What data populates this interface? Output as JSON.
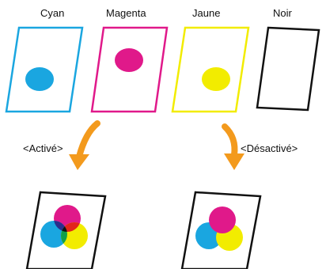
{
  "labels": {
    "cyan": "Cyan",
    "magenta": "Magenta",
    "yellow": "Jaune",
    "black": "Noir",
    "on": "<Activé>",
    "off": "<Désactivé>"
  },
  "colors": {
    "cyan": "#1AA6E0",
    "magenta": "#E0198A",
    "yellow": "#F2EC00",
    "black": "#111111",
    "arrow": "#F39A1D",
    "paper": "#FFFFFF"
  },
  "icons": {
    "arrow_on": "curved-arrow-down-left",
    "arrow_off": "curved-arrow-down-right"
  }
}
